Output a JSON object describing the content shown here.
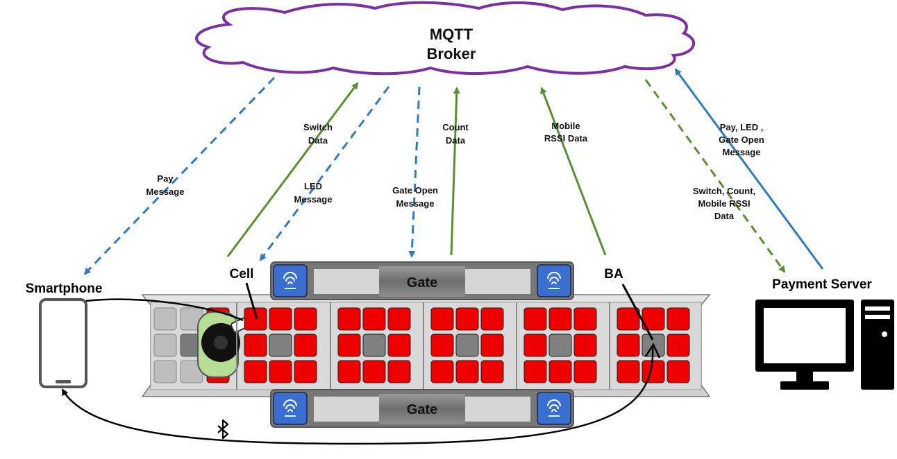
{
  "broker": {
    "line1": "MQTT",
    "line2": "Broker"
  },
  "devices": {
    "smartphone": "Smartphone",
    "payment_server": "Payment Server",
    "cell": "Cell",
    "ba": "BA"
  },
  "gates": {
    "top": "Gate",
    "bottom": "Gate"
  },
  "messages": {
    "pay": [
      "Pay",
      "Message"
    ],
    "switch": [
      "Switch",
      "Data"
    ],
    "led": [
      "LED",
      "Message"
    ],
    "gate_open": [
      "Gate Open",
      "Message"
    ],
    "count": [
      "Count",
      "Data"
    ],
    "mobile_rssi": [
      "Mobile",
      "RSSI Data"
    ],
    "pay_led_gate": [
      "Pay, LED ,",
      "Gate Open",
      "Message"
    ],
    "switch_count_rssi": [
      "Switch, Count,",
      "Mobile RSSI",
      "Data"
    ]
  },
  "colors": {
    "cloud": "#7b2fa0",
    "blue_arrow": "#2f7bbf",
    "green_arrow": "#5a8f2e",
    "cell_red": "#ee0000",
    "ba_gray": "#808080",
    "gate_icon": "#3a6fd0"
  },
  "icons": {
    "bluetooth": "bluetooth-icon"
  }
}
